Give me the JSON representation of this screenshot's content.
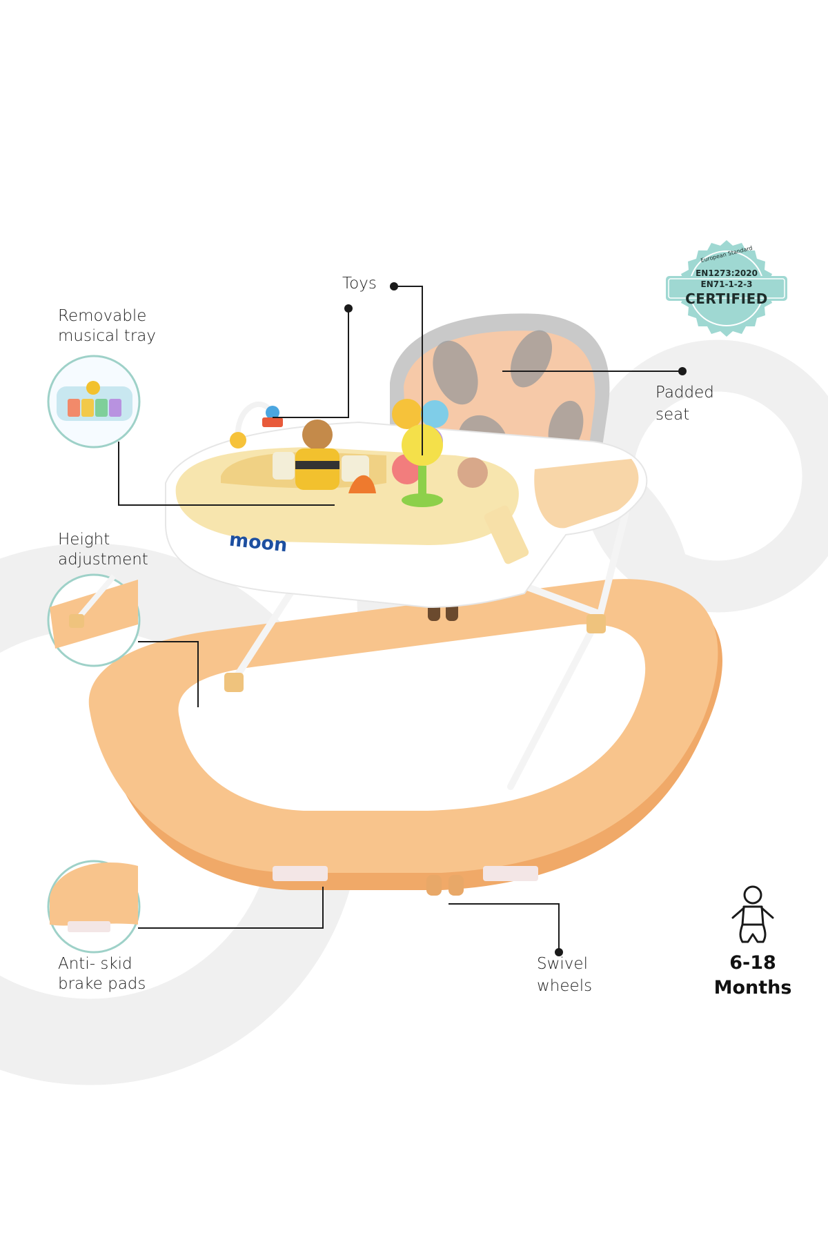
{
  "colors": {
    "accent_orange": "#f8c48c",
    "tray_yellow": "#f7e5ae",
    "badge_teal": "#9fd8d2",
    "brand_blue": "#1d4fa0",
    "swirl_gray": "#f0f0f0"
  },
  "labels": {
    "toys": "Toys",
    "tray_line1": "Removable",
    "tray_line2": "musical tray",
    "seat_line1": "Padded",
    "seat_line2": "seat",
    "height_line1": "Height",
    "height_line2": "adjustment",
    "brake_line1": "Anti- skid",
    "brake_line2": "brake pads",
    "wheels_line1": "Swivel",
    "wheels_line2": "wheels"
  },
  "badge": {
    "top": "European Standard",
    "line1": "EN1273:2020",
    "line2": "EN71-1-2-3",
    "main": "CERTIFIED"
  },
  "age": {
    "icon": "baby-icon",
    "line1": "6-18",
    "line2": "Months"
  },
  "brand": "moon"
}
